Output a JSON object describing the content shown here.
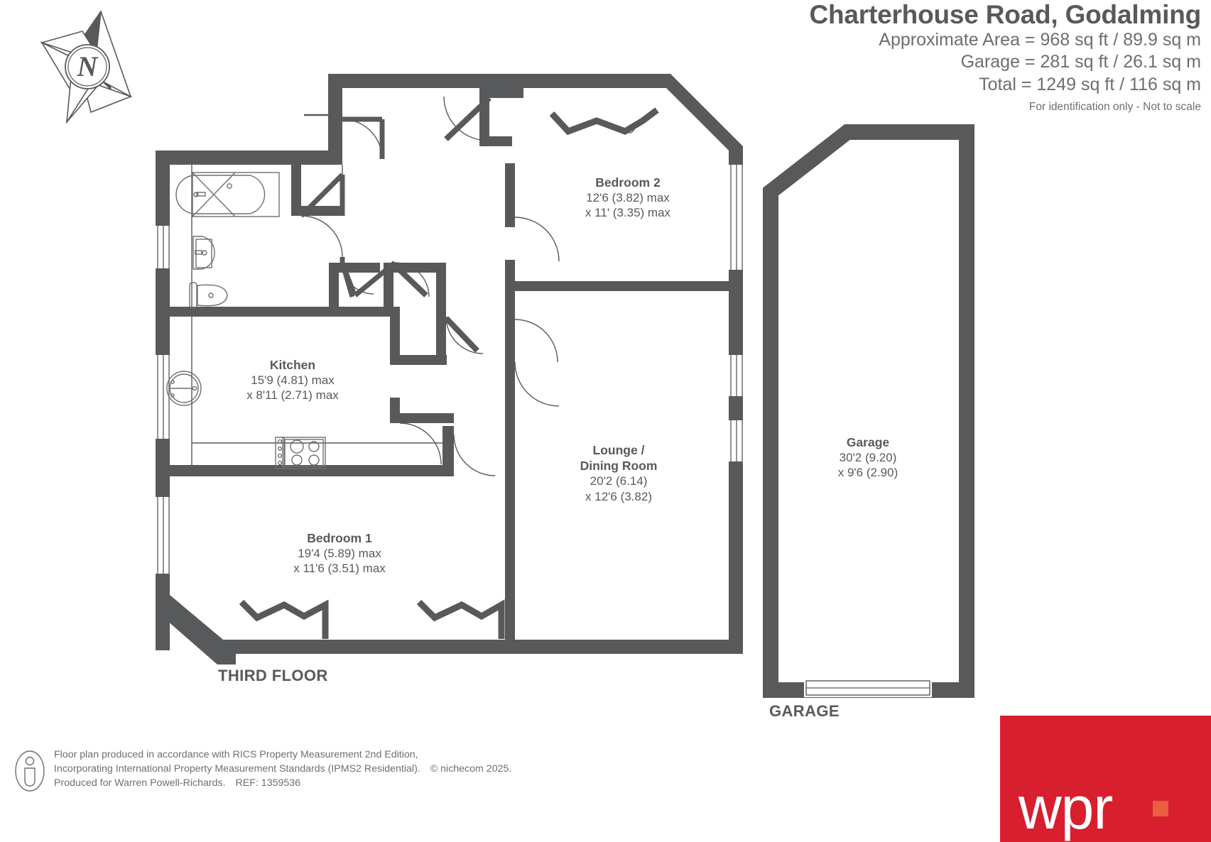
{
  "header": {
    "title": "Charterhouse Road, Godalming",
    "areas": [
      "Approximate Area = 968 sq ft / 89.9 sq m",
      "Garage = 281 sq ft / 26.1 sq m",
      "Total = 1249 sq ft / 116 sq m"
    ],
    "disclaimer": "For identification only - Not to scale"
  },
  "compass": {
    "label": "N"
  },
  "rooms": [
    {
      "key": "bedroom2",
      "name": "Bedroom 2",
      "dim1": "12'6 (3.82) max",
      "dim2": "x 11' (3.35) max"
    },
    {
      "key": "kitchen",
      "name": "Kitchen",
      "dim1": "15'9 (4.81) max",
      "dim2": "x 8'11 (2.71) max"
    },
    {
      "key": "lounge",
      "name": "Lounge /",
      "name2": "Dining Room",
      "dim1": "20'2 (6.14)",
      "dim2": "x 12'6 (3.82)"
    },
    {
      "key": "bedroom1",
      "name": "Bedroom 1",
      "dim1": "19'4 (5.89) max",
      "dim2": "x 11'6 (3.51) max"
    },
    {
      "key": "garage",
      "name": "Garage",
      "dim1": "30'2 (9.20)",
      "dim2": "x 9'6 (2.90)"
    }
  ],
  "captions": {
    "third_floor": "THIRD FLOOR",
    "garage": "GARAGE"
  },
  "footer": {
    "line1": "Floor plan produced in accordance with RICS Property Measurement 2nd Edition,",
    "line2a": "Incorporating International Property Measurement Standards (IPMS2 Residential).",
    "line2b": "© nichecom 2025.",
    "line3a": "Produced for Warren Powell-Richards.",
    "line3b": "REF: 1359536"
  },
  "logo": {
    "wordmark": "wpr",
    "background_color": "#d81f2e",
    "dot_color": "#e8603f"
  },
  "colors": {
    "wall": "#58595b",
    "text": "#6d6e71",
    "fixture_line": "#6d6e71"
  }
}
